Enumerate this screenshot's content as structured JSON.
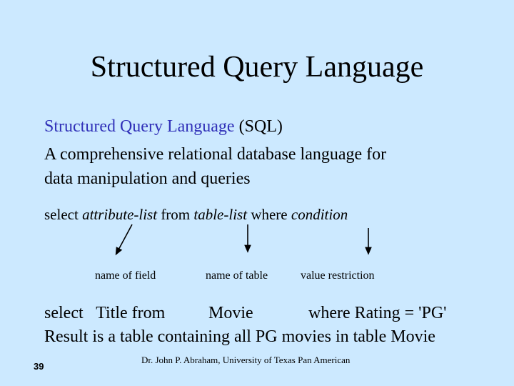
{
  "slide": {
    "title": "Structured Query Language",
    "heading": {
      "term": "Structured Query Language",
      "abbr": "(SQL)"
    },
    "definition_line1": "A comprehensive relational database language for",
    "definition_line2": "data manipulation and queries",
    "syntax": {
      "kw_select": "select",
      "attr": "attribute-list",
      "kw_from": "from",
      "table": "table-list",
      "kw_where": "where",
      "cond": "condition"
    },
    "labels": {
      "field": "name of field",
      "table": "name of table",
      "value": "value restriction"
    },
    "example": {
      "select_part": "select   Title from",
      "table_part": "Movie",
      "where_part": "where Rating = 'PG'"
    },
    "result": "Result is a table containing all PG movies in table Movie",
    "slide_number": "39",
    "footer": "Dr. John P. Abraham, University of Texas Pan American"
  }
}
